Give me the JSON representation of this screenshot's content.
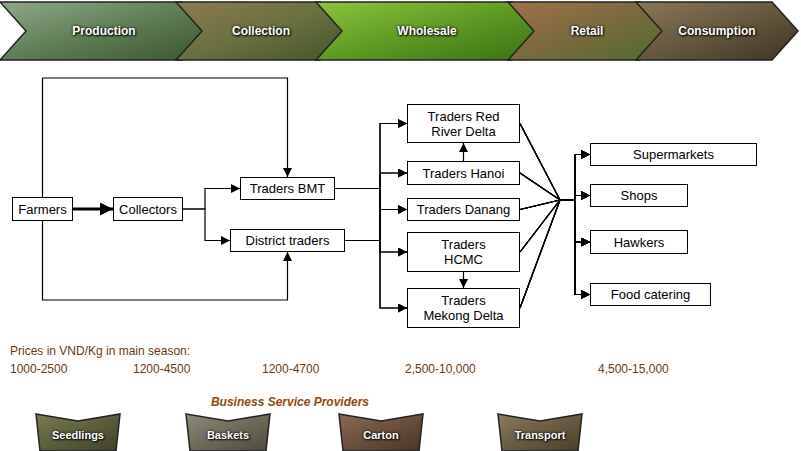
{
  "diagram": {
    "nodes": [
      {
        "text": [
          "Production"
        ]
      },
      {
        "text": [
          "Collection"
        ]
      },
      {
        "text": [
          "Wholesale"
        ]
      },
      {
        "text": [
          "Retail"
        ]
      },
      {
        "text": [
          "Consumption"
        ]
      },
      {
        "text": [
          "Farmers"
        ]
      },
      {
        "text": [
          "Collectors"
        ]
      },
      {
        "text": [
          "Traders BMT"
        ]
      },
      {
        "text": [
          "District traders"
        ]
      },
      {
        "text": [
          "Traders Red River Delta"
        ]
      },
      {
        "text": [
          "Traders Hanoi"
        ]
      },
      {
        "text": [
          "Traders Danang"
        ]
      },
      {
        "text": [
          "Traders HCMC"
        ]
      },
      {
        "text": [
          "Traders Mekong Delta"
        ]
      },
      {
        "text": [
          "Supermarkets"
        ]
      },
      {
        "text": [
          "Shops"
        ]
      },
      {
        "text": [
          "Hawkers"
        ]
      },
      {
        "text": [
          "Food catering"
        ]
      },
      {
        "text": [
          "Seedlings"
        ]
      },
      {
        "text": [
          "Baskets"
        ]
      },
      {
        "text": [
          "Carton"
        ]
      },
      {
        "text": [
          "Transport"
        ]
      }
    ],
    "edges": [
      {
        "from": 5,
        "to": 6,
        "arrow": "to"
      },
      {
        "from": 5,
        "to": 7,
        "arrow": "to"
      },
      {
        "from": 5,
        "to": 8,
        "arrow": "to"
      },
      {
        "from": 6,
        "to": 7,
        "arrow": "to"
      },
      {
        "from": 6,
        "to": 8,
        "arrow": "to"
      },
      {
        "from": 7,
        "to": 9,
        "arrow": "to"
      },
      {
        "from": 7,
        "to": 10,
        "arrow": "to"
      },
      {
        "from": 7,
        "to": 11,
        "arrow": "to"
      },
      {
        "from": 7,
        "to": 12,
        "arrow": "to"
      },
      {
        "from": 7,
        "to": 13,
        "arrow": "to"
      },
      {
        "from": 8,
        "to": 9,
        "arrow": "to"
      },
      {
        "from": 8,
        "to": 10,
        "arrow": "to"
      },
      {
        "from": 8,
        "to": 11,
        "arrow": "to"
      },
      {
        "from": 8,
        "to": 12,
        "arrow": "to"
      },
      {
        "from": 8,
        "to": 13,
        "arrow": "to"
      },
      {
        "from": 10,
        "to": 9,
        "arrow": "to"
      },
      {
        "from": 12,
        "to": 13,
        "arrow": "to"
      },
      {
        "from": 9,
        "to": 14,
        "arrow": "to"
      },
      {
        "from": 9,
        "to": 15,
        "arrow": "to"
      },
      {
        "from": 9,
        "to": 16,
        "arrow": "to"
      },
      {
        "from": 9,
        "to": 17,
        "arrow": "to"
      },
      {
        "from": 10,
        "to": 14,
        "arrow": "to"
      },
      {
        "from": 10,
        "to": 15,
        "arrow": "to"
      },
      {
        "from": 10,
        "to": 16,
        "arrow": "to"
      },
      {
        "from": 10,
        "to": 17,
        "arrow": "to"
      },
      {
        "from": 11,
        "to": 14,
        "arrow": "to"
      },
      {
        "from": 11,
        "to": 15,
        "arrow": "to"
      },
      {
        "from": 11,
        "to": 16,
        "arrow": "to"
      },
      {
        "from": 11,
        "to": 17,
        "arrow": "to"
      },
      {
        "from": 12,
        "to": 14,
        "arrow": "to"
      },
      {
        "from": 12,
        "to": 15,
        "arrow": "to"
      },
      {
        "from": 12,
        "to": 16,
        "arrow": "to"
      },
      {
        "from": 12,
        "to": 17,
        "arrow": "to"
      },
      {
        "from": 13,
        "to": 14,
        "arrow": "to"
      },
      {
        "from": 13,
        "to": 15,
        "arrow": "to"
      },
      {
        "from": 13,
        "to": 16,
        "arrow": "to"
      },
      {
        "from": 13,
        "to": 17,
        "arrow": "to"
      }
    ],
    "labels": [
      "Prices in VND/Kg in main season:",
      "1000-2500",
      "1200-4500",
      "1200-4700",
      "2,500-10,000",
      "4,500-15,000",
      "Business Service Providers"
    ]
  }
}
